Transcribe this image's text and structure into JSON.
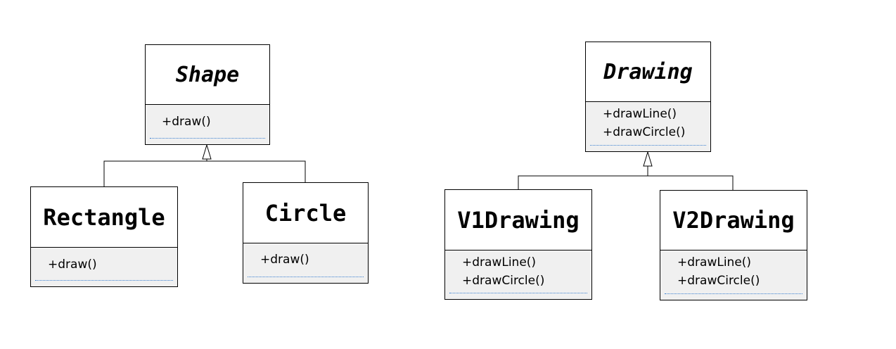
{
  "diagram": {
    "classes": {
      "shape": {
        "name": "Shape",
        "operations": [
          "+draw()"
        ]
      },
      "rectangle": {
        "name": "Rectangle",
        "operations": [
          "+draw()"
        ]
      },
      "circle": {
        "name": "Circle",
        "operations": [
          "+draw()"
        ]
      },
      "drawing": {
        "name": "Drawing",
        "operations": [
          "+drawLine()",
          "+drawCircle()"
        ]
      },
      "v1drawing": {
        "name": "V1Drawing",
        "operations": [
          "+drawLine()",
          "+drawCircle()"
        ]
      },
      "v2drawing": {
        "name": "V2Drawing",
        "operations": [
          "+drawLine()",
          "+drawCircle()"
        ]
      }
    },
    "relationships": [
      {
        "type": "generalization",
        "from": "Rectangle",
        "to": "Shape"
      },
      {
        "type": "generalization",
        "from": "Circle",
        "to": "Shape"
      },
      {
        "type": "generalization",
        "from": "V1Drawing",
        "to": "Drawing"
      },
      {
        "type": "generalization",
        "from": "V2Drawing",
        "to": "Drawing"
      }
    ],
    "colors": {
      "line": "#000000",
      "operations_bg": "#f0f0f0",
      "separator_dots": "#3a7fd0"
    }
  }
}
